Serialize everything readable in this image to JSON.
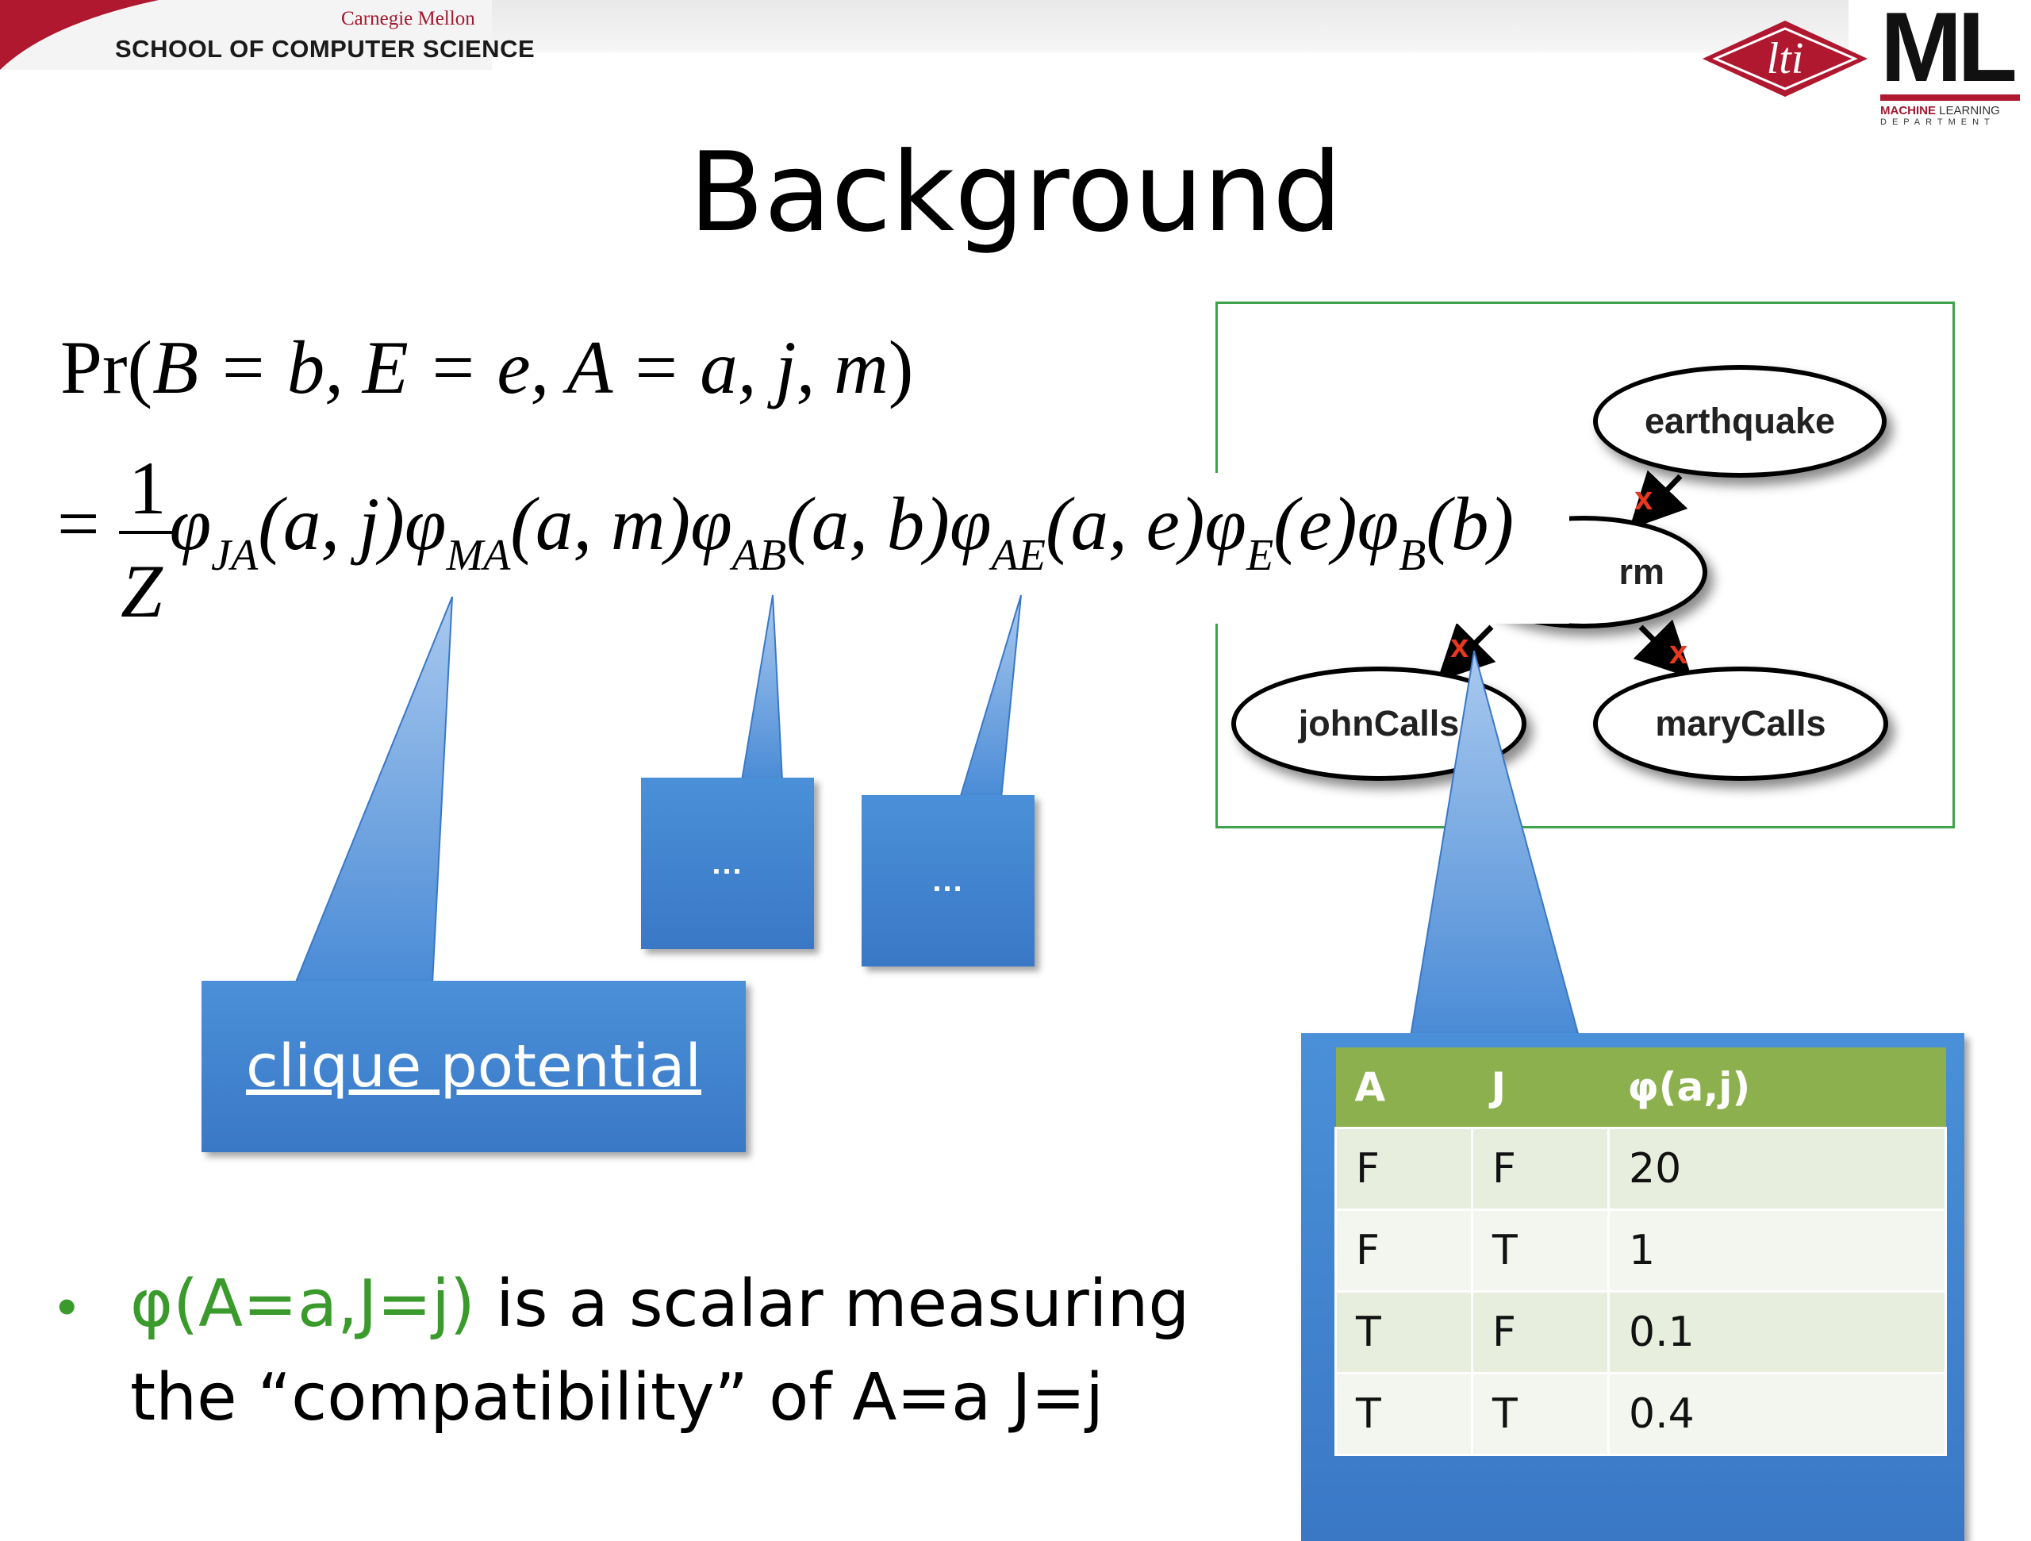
{
  "header": {
    "institution": "Carnegie Mellon",
    "school": "SCHOOL OF COMPUTER SCIENCE",
    "lti_logo": "lti",
    "ml_logo": {
      "letters": "ML",
      "line1_bold": "MACHINE",
      "line1_rest": " LEARNING",
      "line2": "DEPARTMENT"
    }
  },
  "slide": {
    "title": "Background"
  },
  "formula": {
    "line1": {
      "pr": "Pr(",
      "args": "B = b, E = e, A = a, j, m",
      "close": ")"
    },
    "line2": {
      "equals": "=",
      "numerator": "1",
      "denominator": "Z",
      "factors": [
        {
          "sym": "φ",
          "sub": "JA",
          "args": "(a, j)"
        },
        {
          "sym": "φ",
          "sub": "MA",
          "args": "(a, m)"
        },
        {
          "sym": "φ",
          "sub": "AB",
          "args": "(a, b)"
        },
        {
          "sym": "φ",
          "sub": "AE",
          "args": "(a, e)"
        },
        {
          "sym": "φ",
          "sub": "E",
          "args": "(e)"
        },
        {
          "sym": "φ",
          "sub": "B",
          "args": "(b)"
        }
      ]
    }
  },
  "graph": {
    "nodes": {
      "earthquake": "earthquake",
      "alarm": "rm",
      "john": "johnCalls",
      "mary": "maryCalls"
    },
    "cut_mark": "x",
    "colors": {
      "border": "#3fa34d",
      "cut": "#e8391f"
    }
  },
  "callouts": {
    "clique_label": "clique potential",
    "dots1": "...",
    "dots2": "..."
  },
  "table": {
    "headers": [
      "A",
      "J",
      "φ(a,j)"
    ],
    "rows": [
      [
        "F",
        "F",
        "20"
      ],
      [
        "F",
        "T",
        "1"
      ],
      [
        "T",
        "F",
        "0.1"
      ],
      [
        "T",
        "T",
        "0.4"
      ]
    ],
    "colors": {
      "header": "#8db04e",
      "box": "#3a78c6"
    }
  },
  "bullet": {
    "green_part": "φ(A=a,J=j)",
    "rest": " is a scalar measuring the “compatibility” of A=a J=j",
    "colors": {
      "highlight": "#3a9a2c"
    }
  }
}
